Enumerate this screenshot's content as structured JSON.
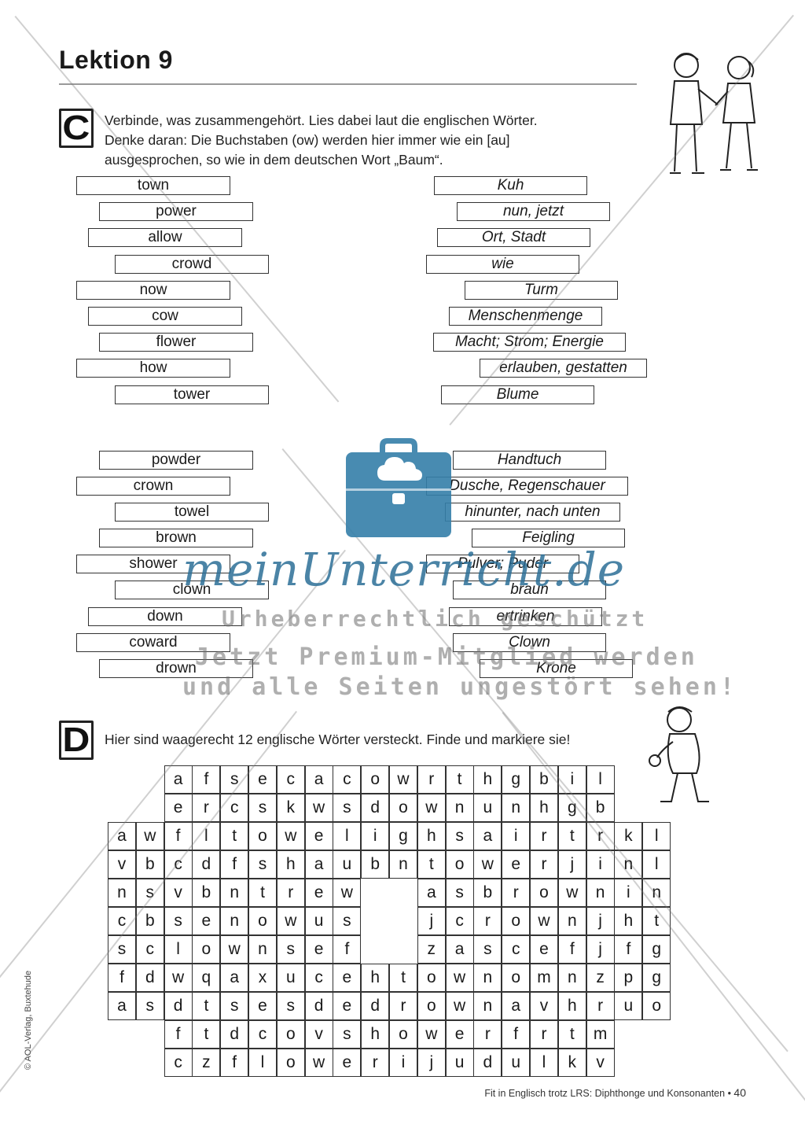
{
  "page": {
    "title": "Lektion 9",
    "footer_text": "Fit in Englisch trotz LRS: Diphthonge und Konsonanten",
    "page_number": "40",
    "side_credit": "© AOL-Verlag, Buxtehude"
  },
  "section_c": {
    "badge": "C",
    "instruction": [
      "Verbinde, was zusammengehört. Lies dabei laut die englischen Wörter.",
      "Denke daran: Die Buchstaben (ow) werden hier immer wie ein [au]",
      "ausgesprochen, so wie in dem deutschen Wort „Baum“."
    ],
    "group1_english": [
      "town",
      "power",
      "allow",
      "crowd",
      "now",
      "cow",
      "flower",
      "how",
      "tower"
    ],
    "group1_german": [
      "Kuh",
      "nun, jetzt",
      "Ort, Stadt",
      "wie",
      "Turm",
      "Menschenmenge",
      "Macht; Strom; Energie",
      "erlauben, gestatten",
      "Blume"
    ],
    "group2_english": [
      "powder",
      "crown",
      "towel",
      "brown",
      "shower",
      "clown",
      "down",
      "coward",
      "drown"
    ],
    "group2_german": [
      "Handtuch",
      "Dusche, Regenschauer",
      "hinunter, nach unten",
      "Feigling",
      "Pulver; Puder",
      "braun",
      "ertrinken",
      "Clown",
      "Krone"
    ]
  },
  "section_d": {
    "badge": "D",
    "instruction": "Hier sind waagerecht 12 englische Wörter versteckt. Finde und markiere sie!",
    "rows": [
      {
        "start": 2,
        "letters": [
          "a",
          "f",
          "s",
          "e",
          "c",
          "a",
          "c",
          "o",
          "w",
          "r",
          "t",
          "h",
          "g",
          "b",
          "i",
          "l"
        ]
      },
      {
        "start": 2,
        "letters": [
          "e",
          "r",
          "c",
          "s",
          "k",
          "w",
          "s",
          "d",
          "o",
          "w",
          "n",
          "u",
          "n",
          "h",
          "g",
          "b"
        ]
      },
      {
        "start": 0,
        "letters": [
          "a",
          "w",
          "f",
          "l",
          "t",
          "o",
          "w",
          "e",
          "l",
          "i",
          "g",
          "h",
          "s",
          "a",
          "i",
          "r",
          "t",
          "r",
          "k",
          "l"
        ]
      },
      {
        "start": 0,
        "letters": [
          "v",
          "b",
          "c",
          "d",
          "f",
          "s",
          "h",
          "a",
          "u",
          "b",
          "n",
          "t",
          "o",
          "w",
          "e",
          "r",
          "j",
          "i",
          "n",
          "l"
        ]
      },
      {
        "start": 0,
        "letters": [
          "n",
          "s",
          "v",
          "b",
          "n",
          "t",
          "r",
          "e",
          "w",
          "",
          "",
          "a",
          "s",
          "b",
          "r",
          "o",
          "w",
          "n",
          "i",
          "n"
        ]
      },
      {
        "start": 0,
        "letters": [
          "c",
          "b",
          "s",
          "e",
          "n",
          "o",
          "w",
          "u",
          "s",
          "",
          "",
          "j",
          "c",
          "r",
          "o",
          "w",
          "n",
          "j",
          "h",
          "t"
        ]
      },
      {
        "start": 0,
        "letters": [
          "s",
          "c",
          "l",
          "o",
          "w",
          "n",
          "s",
          "e",
          "f",
          "",
          "",
          "z",
          "a",
          "s",
          "c",
          "e",
          "f",
          "j",
          "f",
          "g"
        ]
      },
      {
        "start": 0,
        "letters": [
          "f",
          "d",
          "w",
          "q",
          "a",
          "x",
          "u",
          "c",
          "e",
          "h",
          "t",
          "o",
          "w",
          "n",
          "o",
          "m",
          "n",
          "z",
          "p",
          "g"
        ]
      },
      {
        "start": 0,
        "letters": [
          "a",
          "s",
          "d",
          "t",
          "s",
          "e",
          "s",
          "d",
          "e",
          "d",
          "r",
          "o",
          "w",
          "n",
          "a",
          "v",
          "h",
          "r",
          "u",
          "o"
        ]
      },
      {
        "start": 2,
        "letters": [
          "f",
          "t",
          "d",
          "c",
          "o",
          "v",
          "s",
          "h",
          "o",
          "w",
          "e",
          "r",
          "f",
          "r",
          "t",
          "m"
        ]
      },
      {
        "start": 2,
        "letters": [
          "c",
          "z",
          "f",
          "l",
          "o",
          "w",
          "e",
          "r",
          "i",
          "j",
          "u",
          "d",
          "u",
          "l",
          "k",
          "v"
        ]
      }
    ]
  },
  "watermark": {
    "brand": "meinUnterricht.de",
    "line1": "Urheberrechtlich geschützt",
    "line2": "Jetzt Premium-Mitglied werden",
    "line3": "und alle Seiten ungestört sehen!"
  }
}
